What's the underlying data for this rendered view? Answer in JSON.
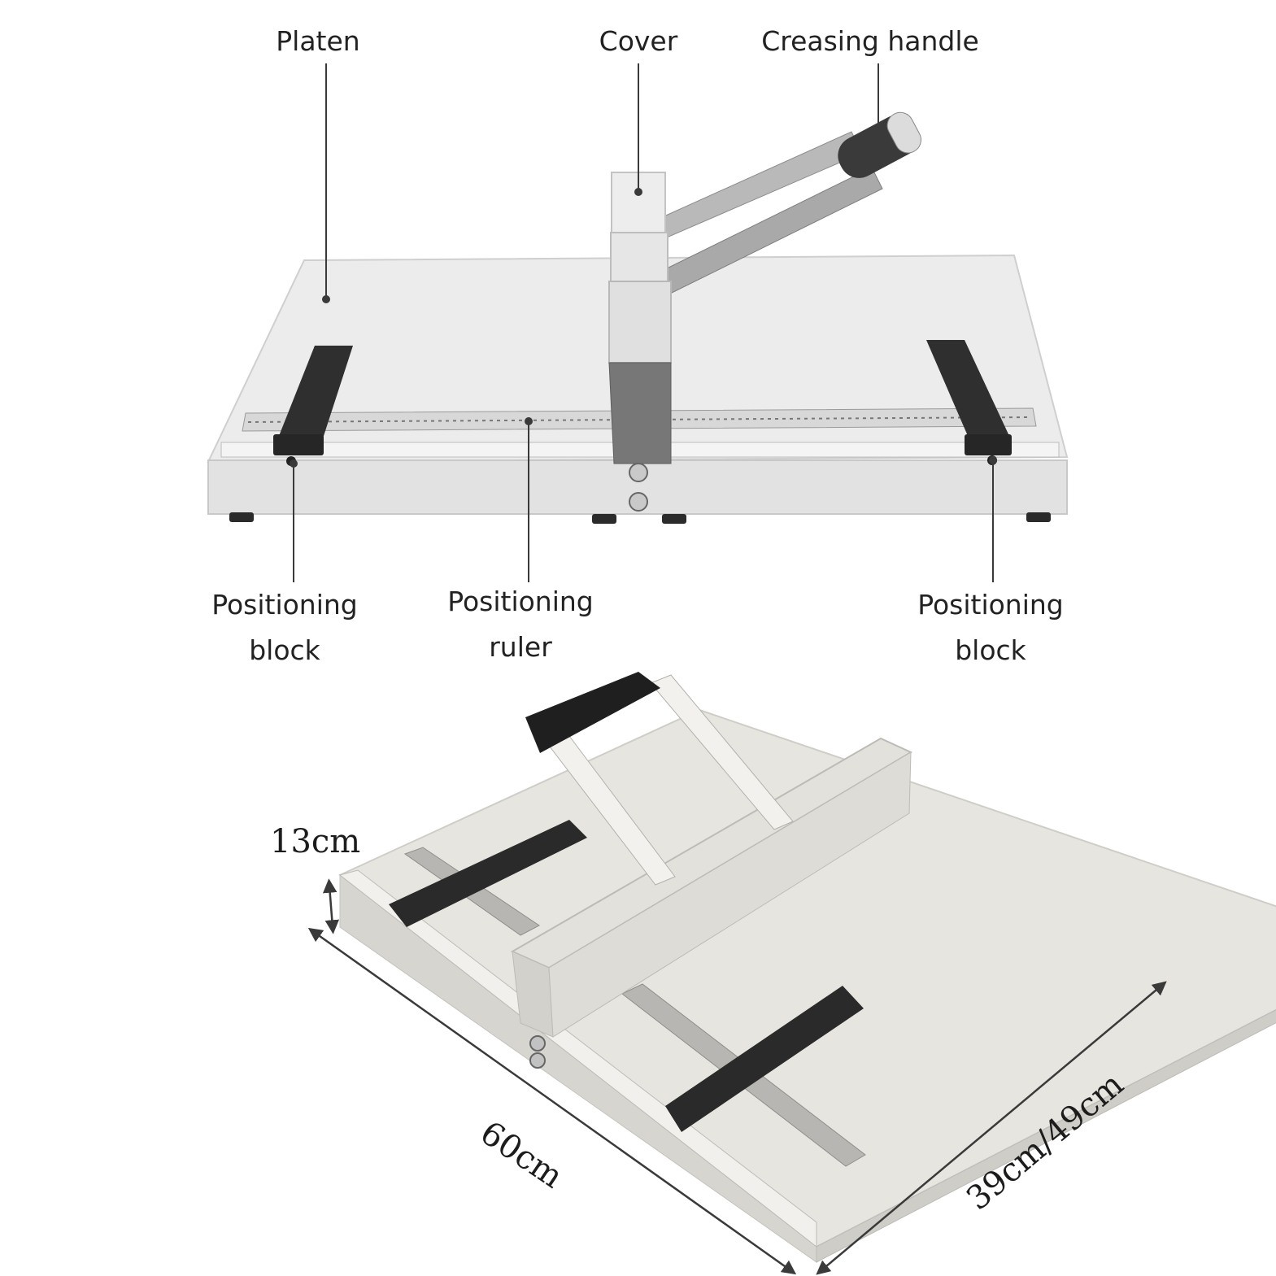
{
  "callouts": {
    "platen": "Platen",
    "cover": "Cover",
    "creasing_handle": "Creasing handle",
    "positioning_block_left": [
      "Positioning",
      "block"
    ],
    "positioning_ruler": [
      "Positioning",
      "ruler"
    ],
    "positioning_block_right": [
      "Positioning",
      "block"
    ]
  },
  "dimensions": {
    "height": "13cm",
    "length": "60cm",
    "width": "39cm/49cm"
  },
  "colors": {
    "body": "#e9e8e3",
    "body_shade": "#d6d5d0",
    "metal": "#b8b8b8",
    "dark": "#2b2b2b",
    "line": "#3a3a3a"
  }
}
